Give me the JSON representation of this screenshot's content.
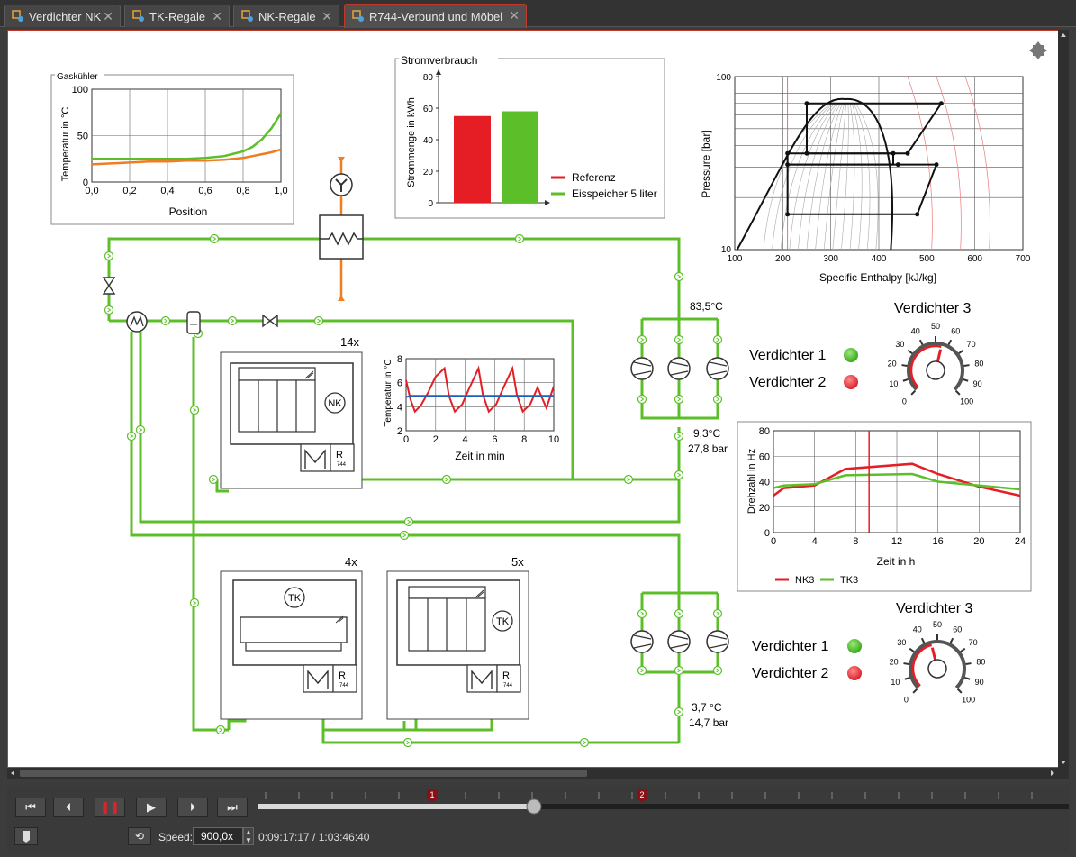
{
  "tabs": [
    {
      "label": "Verdichter NK"
    },
    {
      "label": "TK-Regale"
    },
    {
      "label": "NK-Regale"
    },
    {
      "label": "R744-Verbund und Möbel"
    }
  ],
  "colors": {
    "pipe": "#5cbf2a",
    "accent": "#e51e25",
    "orange": "#ef7d22",
    "blue": "#1f5fb5"
  },
  "gaskuehler": {
    "title": "Gaskühler",
    "ylabel": "Temperatur in °C",
    "xlabel": "Position",
    "yticks": [
      "100",
      "50",
      "0"
    ],
    "xticks": [
      "0,0",
      "0,2",
      "0,4",
      "0,6",
      "0,8",
      "1,0"
    ]
  },
  "stromverbrauch": {
    "title": "Stromverbrauch",
    "ylabel": "Strommenge in kWh",
    "yticks": [
      "80",
      "60",
      "40",
      "20",
      "0"
    ],
    "legend": [
      "Referenz",
      "Eisspeicher 5 liter"
    ]
  },
  "ph_diagram": {
    "ylabel": "Pressure [bar]",
    "xlabel": "Specific Enthalpy [kJ/kg]",
    "yticks": [
      "100",
      "10"
    ],
    "xticks": [
      "100",
      "200",
      "300",
      "400",
      "500",
      "600",
      "700"
    ]
  },
  "nk_room": {
    "count": "14x",
    "badge": "NK",
    "refrigerant": "R",
    "refrigerant_code": "744",
    "chart": {
      "ylabel": "Temperatur in °C",
      "xlabel": "Zeit in min",
      "yticks": [
        "8",
        "6",
        "4",
        "2"
      ],
      "xticks": [
        "0",
        "2",
        "4",
        "6",
        "8",
        "10"
      ]
    }
  },
  "tk_rooms": [
    {
      "count": "4x",
      "badge": "TK",
      "refrigerant": "R",
      "refrigerant_code": "744"
    },
    {
      "count": "5x",
      "badge": "TK",
      "refrigerant": "R",
      "refrigerant_code": "744"
    }
  ],
  "readings": {
    "top_temp": "83,5°C",
    "mid_temp": "9,3°C",
    "mid_pressure": "27,8 bar",
    "low_temp": "3,7 °C",
    "low_pressure": "14,7 bar"
  },
  "gauge_top": {
    "title": "Verdichter 3",
    "labels": [
      "Verdichter 1",
      "Verdichter 2"
    ],
    "ticks": [
      "0",
      "10",
      "20",
      "30",
      "40",
      "50",
      "60",
      "70",
      "80",
      "90",
      "100"
    ],
    "value": 55
  },
  "gauge_bottom": {
    "title": "Verdichter 3",
    "labels": [
      "Verdichter 1",
      "Verdichter 2"
    ],
    "ticks": [
      "0",
      "10",
      "20",
      "30",
      "40",
      "50",
      "60",
      "70",
      "80",
      "90",
      "100"
    ],
    "value": 45
  },
  "drehzahl": {
    "ylabel": "Drehzahl in Hz",
    "xlabel": "Zeit in h",
    "yticks": [
      "80",
      "60",
      "40",
      "20",
      "0"
    ],
    "xticks": [
      "0",
      "4",
      "8",
      "12",
      "16",
      "20",
      "24"
    ],
    "legend": [
      "NK3",
      "TK3"
    ],
    "cursor_hour": 9.3
  },
  "chart_data": [
    {
      "type": "line",
      "title": "Gaskühler",
      "xlabel": "Position",
      "ylabel": "Temperatur in °C",
      "xlim": [
        0,
        1
      ],
      "ylim": [
        0,
        100
      ],
      "x": [
        0,
        0.1,
        0.2,
        0.3,
        0.4,
        0.5,
        0.6,
        0.7,
        0.8,
        0.85,
        0.9,
        0.95,
        1.0
      ],
      "series": [
        {
          "color": "#5cbf2a",
          "values": [
            25,
            25,
            25,
            25,
            25,
            25,
            26,
            28,
            33,
            38,
            46,
            58,
            74
          ]
        },
        {
          "color": "#ef7d22",
          "values": [
            19,
            20,
            21,
            22,
            22,
            23,
            23,
            24,
            26,
            28,
            30,
            32,
            35
          ]
        }
      ]
    },
    {
      "type": "bar",
      "title": "Stromverbrauch",
      "ylabel": "Strommenge in kWh",
      "ylim": [
        0,
        80
      ],
      "categories": [
        "Referenz",
        "Eisspeicher 5 liter"
      ],
      "values": [
        55,
        58
      ]
    },
    {
      "type": "line",
      "xlabel": "Zeit in min",
      "ylabel": "Temperatur in °C",
      "xlim": [
        0,
        10
      ],
      "ylim": [
        2,
        8
      ],
      "x": [
        0,
        0.3,
        0.6,
        1.0,
        1.5,
        2.0,
        2.6,
        2.9,
        3.3,
        3.8,
        4.3,
        4.9,
        5.2,
        5.6,
        6.1,
        6.6,
        7.2,
        7.5,
        7.9,
        8.4,
        8.9,
        9.5,
        10.0
      ],
      "series": [
        {
          "color": "#e51e25",
          "values": [
            6.2,
            4.6,
            3.6,
            4.1,
            5.2,
            6.5,
            7.2,
            4.9,
            3.6,
            4.2,
            5.6,
            7.2,
            5.0,
            3.6,
            4.2,
            5.6,
            7.2,
            5.0,
            3.6,
            4.2,
            5.6,
            3.9,
            5.7
          ]
        },
        {
          "color": "#1f5fb5",
          "values": [
            4.8,
            4.9,
            4.9,
            4.9,
            4.9,
            4.9,
            4.9,
            4.9,
            4.9,
            4.9,
            4.9,
            4.9,
            4.9,
            4.9,
            4.9,
            4.9,
            4.9,
            4.9,
            4.9,
            4.9,
            4.9,
            4.9,
            4.9
          ]
        }
      ]
    },
    {
      "type": "line",
      "xlabel": "Zeit in h",
      "ylabel": "Drehzahl in Hz",
      "xlim": [
        0,
        24
      ],
      "ylim": [
        0,
        80
      ],
      "x": [
        0,
        1,
        4,
        7,
        13.5,
        16,
        20,
        24
      ],
      "series": [
        {
          "name": "NK3",
          "color": "#e51e25",
          "values": [
            29,
            35,
            37,
            50,
            54,
            46,
            36,
            29
          ]
        },
        {
          "name": "TK3",
          "color": "#5cbf2a",
          "values": [
            35,
            37,
            38,
            45,
            46,
            40,
            37,
            34
          ]
        }
      ]
    }
  ],
  "playback": {
    "speed_label": "Speed:",
    "speed_value": "900,0x",
    "time": "0:09:17:17 / 1:03:46:40",
    "markers": [
      "1",
      "2"
    ],
    "progress": 0.34
  }
}
